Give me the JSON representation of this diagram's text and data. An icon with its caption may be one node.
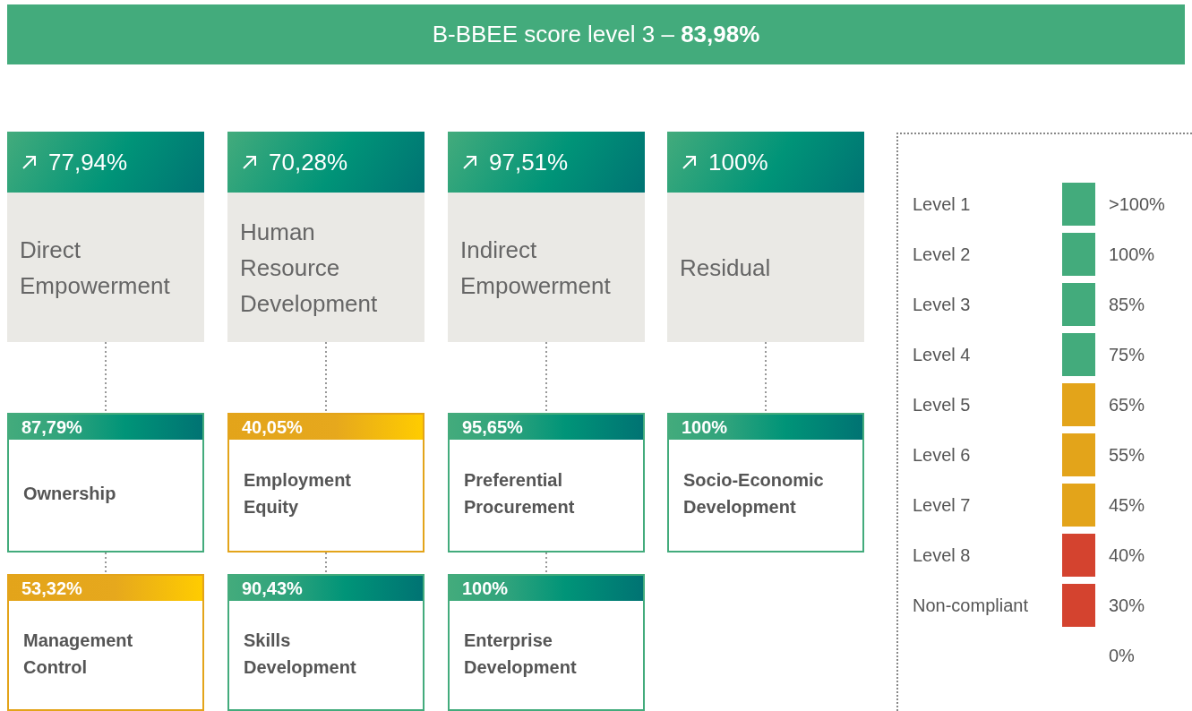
{
  "diagram": {
    "title": "B-BBEE score level 3 – **83,98%**",
    "nodes": [
      {
        "text": [
          "77,94%",
          "Direct Empowerment"
        ]
      },
      {
        "text": [
          "70,28%",
          "Human Resource Development"
        ]
      },
      {
        "text": [
          "97,51%",
          "Indirect Empowerment"
        ]
      },
      {
        "text": [
          "100%",
          "Residual"
        ]
      },
      {
        "text": [
          "87,79%",
          "Ownership"
        ]
      },
      {
        "text": [
          "40,05%",
          "Employment Equity"
        ]
      },
      {
        "text": [
          "95,65%",
          "Preferential Procurement"
        ]
      },
      {
        "text": [
          "100%",
          "Socio-Economic Development"
        ]
      },
      {
        "text": [
          "53,32%",
          "Management Control"
        ]
      },
      {
        "text": [
          "90,43%",
          "Skills Development"
        ]
      },
      {
        "text": [
          "100%",
          "Enterprise Development"
        ]
      }
    ],
    "edges": [
      {
        "from": 0,
        "to": 4,
        "arrow": "none"
      },
      {
        "from": 1,
        "to": 5,
        "arrow": "none"
      },
      {
        "from": 2,
        "to": 6,
        "arrow": "none"
      },
      {
        "from": 3,
        "to": 7,
        "arrow": "none"
      },
      {
        "from": 4,
        "to": 8,
        "arrow": "none"
      },
      {
        "from": 5,
        "to": 9,
        "arrow": "none"
      },
      {
        "from": 6,
        "to": 10,
        "arrow": "none"
      }
    ],
    "labels": [
      ">100%",
      "100%",
      "85%",
      "75%",
      "65%",
      "55%",
      "45%",
      "40%",
      "30%",
      "0%"
    ],
    "legend": [
      {
        "text": "Level 1",
        "color": "#43ab7c"
      },
      {
        "text": "Level 2",
        "color": "#43ab7c"
      },
      {
        "text": "Level 3",
        "color": "#43ab7c"
      },
      {
        "text": "Level 4",
        "color": "#43ab7c"
      },
      {
        "text": "Level 5",
        "color": "#e3a41a"
      },
      {
        "text": "Level 6",
        "color": "#e3a41a"
      },
      {
        "text": "Level 7",
        "color": "#e3a41a"
      },
      {
        "text": "Level 8",
        "color": "#d4432f"
      },
      {
        "text": "Non-compliant",
        "color": "#d4432f"
      }
    ]
  }
}
